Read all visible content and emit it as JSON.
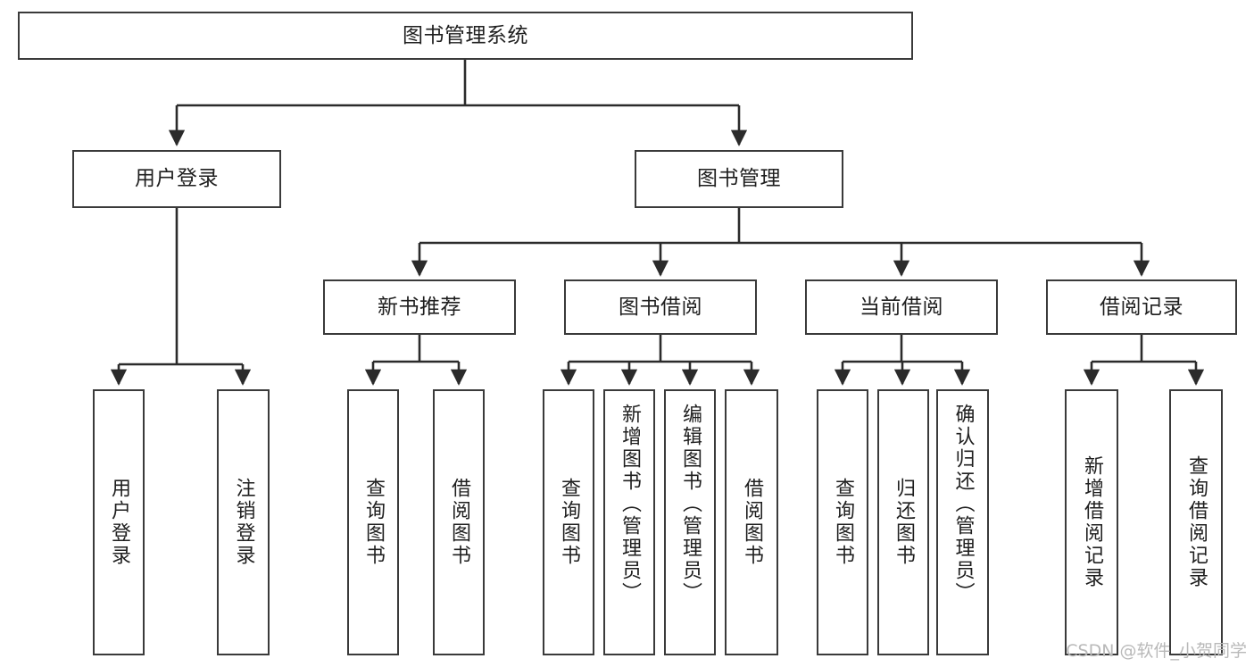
{
  "diagram": {
    "type": "tree",
    "title": "图书管理系统",
    "orientation": "top-down",
    "watermark": "CSDN @软件_小贺同学",
    "colors": {
      "box_border": "#3a3a3a",
      "box_fill": "#ffffff",
      "connector": "#2b2b2b",
      "text": "#1f1f1f",
      "watermark": "#b9b9b9"
    },
    "root": {
      "label": "图书管理系统"
    },
    "level2": [
      {
        "label": "用户登录"
      },
      {
        "label": "图书管理"
      }
    ],
    "level3": [
      {
        "label": "新书推荐"
      },
      {
        "label": "图书借阅"
      },
      {
        "label": "当前借阅"
      },
      {
        "label": "借阅记录"
      }
    ],
    "leaves": {
      "user_login": [
        {
          "label": "用户登录"
        },
        {
          "label": "注销登录"
        }
      ],
      "new_book": [
        {
          "label": "查询图书"
        },
        {
          "label": "借阅图书"
        }
      ],
      "book_borrow": [
        {
          "label": "查询图书"
        },
        {
          "label": "新增图书（管理员）"
        },
        {
          "label": "编辑图书（管理员）"
        },
        {
          "label": "借阅图书"
        }
      ],
      "current_borrow": [
        {
          "label": "查询图书"
        },
        {
          "label": "归还图书"
        },
        {
          "label": "确认归还（管理员）"
        }
      ],
      "borrow_record": [
        {
          "label": "新增借阅记录"
        },
        {
          "label": "查询借阅记录"
        }
      ]
    }
  }
}
